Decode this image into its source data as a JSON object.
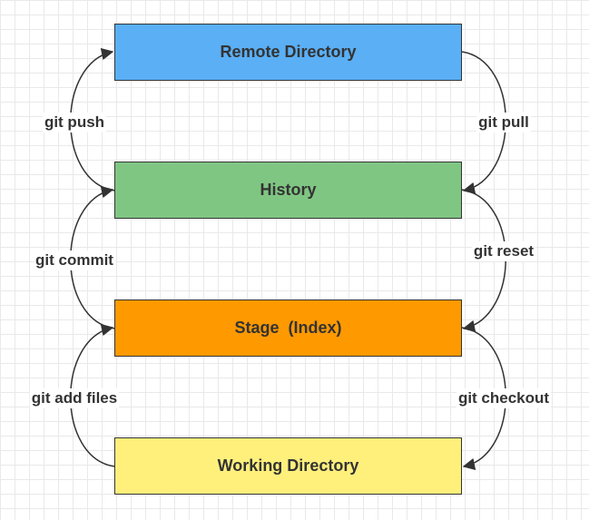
{
  "colors": {
    "remote": "#5aaff5",
    "history": "#80c683",
    "stage": "#fe9900",
    "working": "#fff07c",
    "stroke": "#333333"
  },
  "boxes": {
    "remote": "Remote Directory",
    "history": "History",
    "stage": "Stage  (Index)",
    "working": "Working Directory"
  },
  "left_arrows": {
    "push": "git push",
    "commit": "git commit",
    "add": "git add files"
  },
  "right_arrows": {
    "pull": "git pull",
    "reset": "git reset",
    "checkout": "git checkout"
  }
}
